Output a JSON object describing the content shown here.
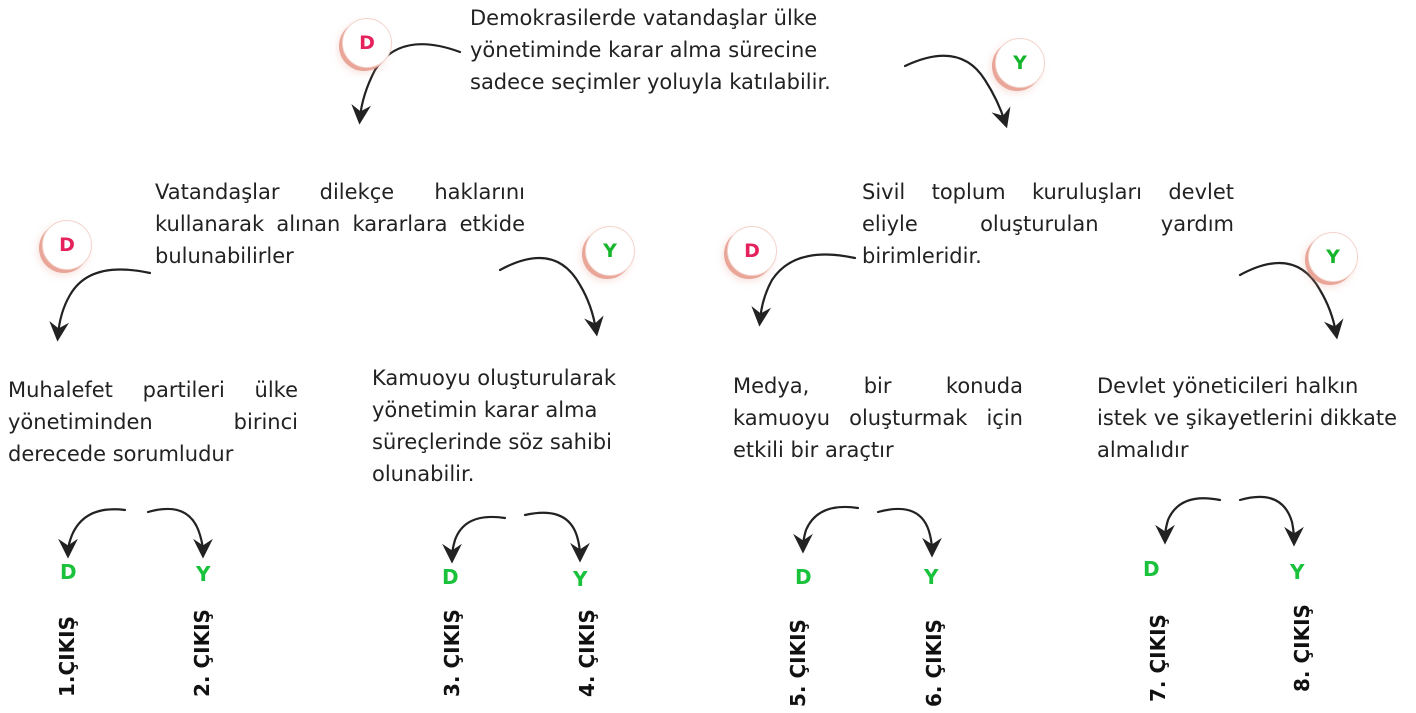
{
  "statements": {
    "s1": "Demokrasilerde vatandaşlar ülke yönetiminde karar alma sürecine sadece seçimler yoluyla katılabilir.",
    "s2": "Vatandaşlar dilekçe haklarını kullanarak alınan kararlara etkide bulunabilirler",
    "s3": "Sivil toplum kuruluşları devlet eliyle oluşturulan yardım birimleridir.",
    "s4": "Muhalefet partileri ülke yönetiminden birinci derecede sorumludur",
    "s5": "Kamuoyu oluşturularak yönetimin karar alma süreçlerinde söz sahibi olunabilir.",
    "s6": "Medya, bir konuda kamuoyu oluşturmak için etkili bir araçtır",
    "s7": "Devlet yöneticileri halkın istek ve şikayetlerini dikkate almalıdır"
  },
  "labels": {
    "true": "D",
    "false": "Y"
  },
  "exits": [
    "1.ÇIKIŞ",
    "2. ÇIKIŞ",
    "3. ÇIKIŞ",
    "4. ÇIKIŞ",
    "5. ÇIKIŞ",
    "6. ÇIKIŞ",
    "7. ÇIKIŞ",
    "8. ÇIKIŞ"
  ],
  "colors": {
    "true_label": "#e6225d",
    "false_label": "#16b52b",
    "bottom_label": "#19c23a",
    "badge_shadow": "#e8a598"
  }
}
